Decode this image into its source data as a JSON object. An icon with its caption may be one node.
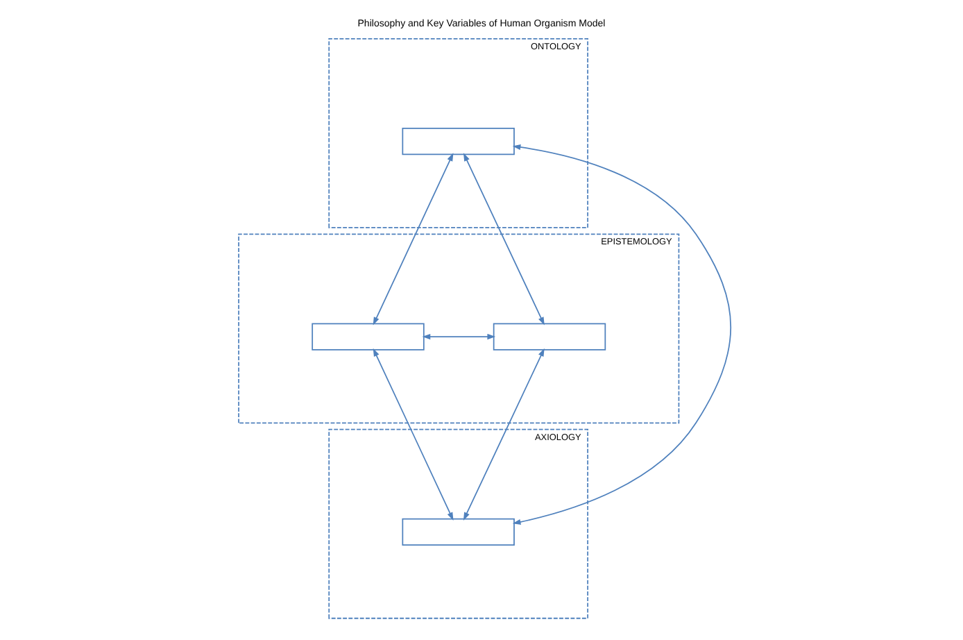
{
  "diagram": {
    "title": "Philosophy and Key Variables of Human Organism Model",
    "nodes": [
      {
        "text": [
          "ONTOLOGY"
        ]
      },
      {
        "text": [],
        "shape": "box",
        "in": 0
      },
      {
        "text": [
          "EPISTEMOLOGY"
        ]
      },
      {
        "text": [],
        "shape": "box",
        "in": 2
      },
      {
        "text": [],
        "shape": "box",
        "in": 2
      },
      {
        "text": [
          "AXIOLOGY"
        ]
      },
      {
        "text": [],
        "shape": "box",
        "in": 5
      }
    ],
    "edges": [
      {
        "from": 1,
        "to": 3,
        "arrow": "both"
      },
      {
        "from": 1,
        "to": 4,
        "arrow": "both"
      },
      {
        "from": 1,
        "to": 6,
        "arrow": "both"
      },
      {
        "from": 3,
        "to": 4,
        "arrow": "both"
      },
      {
        "from": 3,
        "to": 6,
        "arrow": "both"
      },
      {
        "from": 4,
        "to": 6,
        "arrow": "both"
      }
    ]
  }
}
